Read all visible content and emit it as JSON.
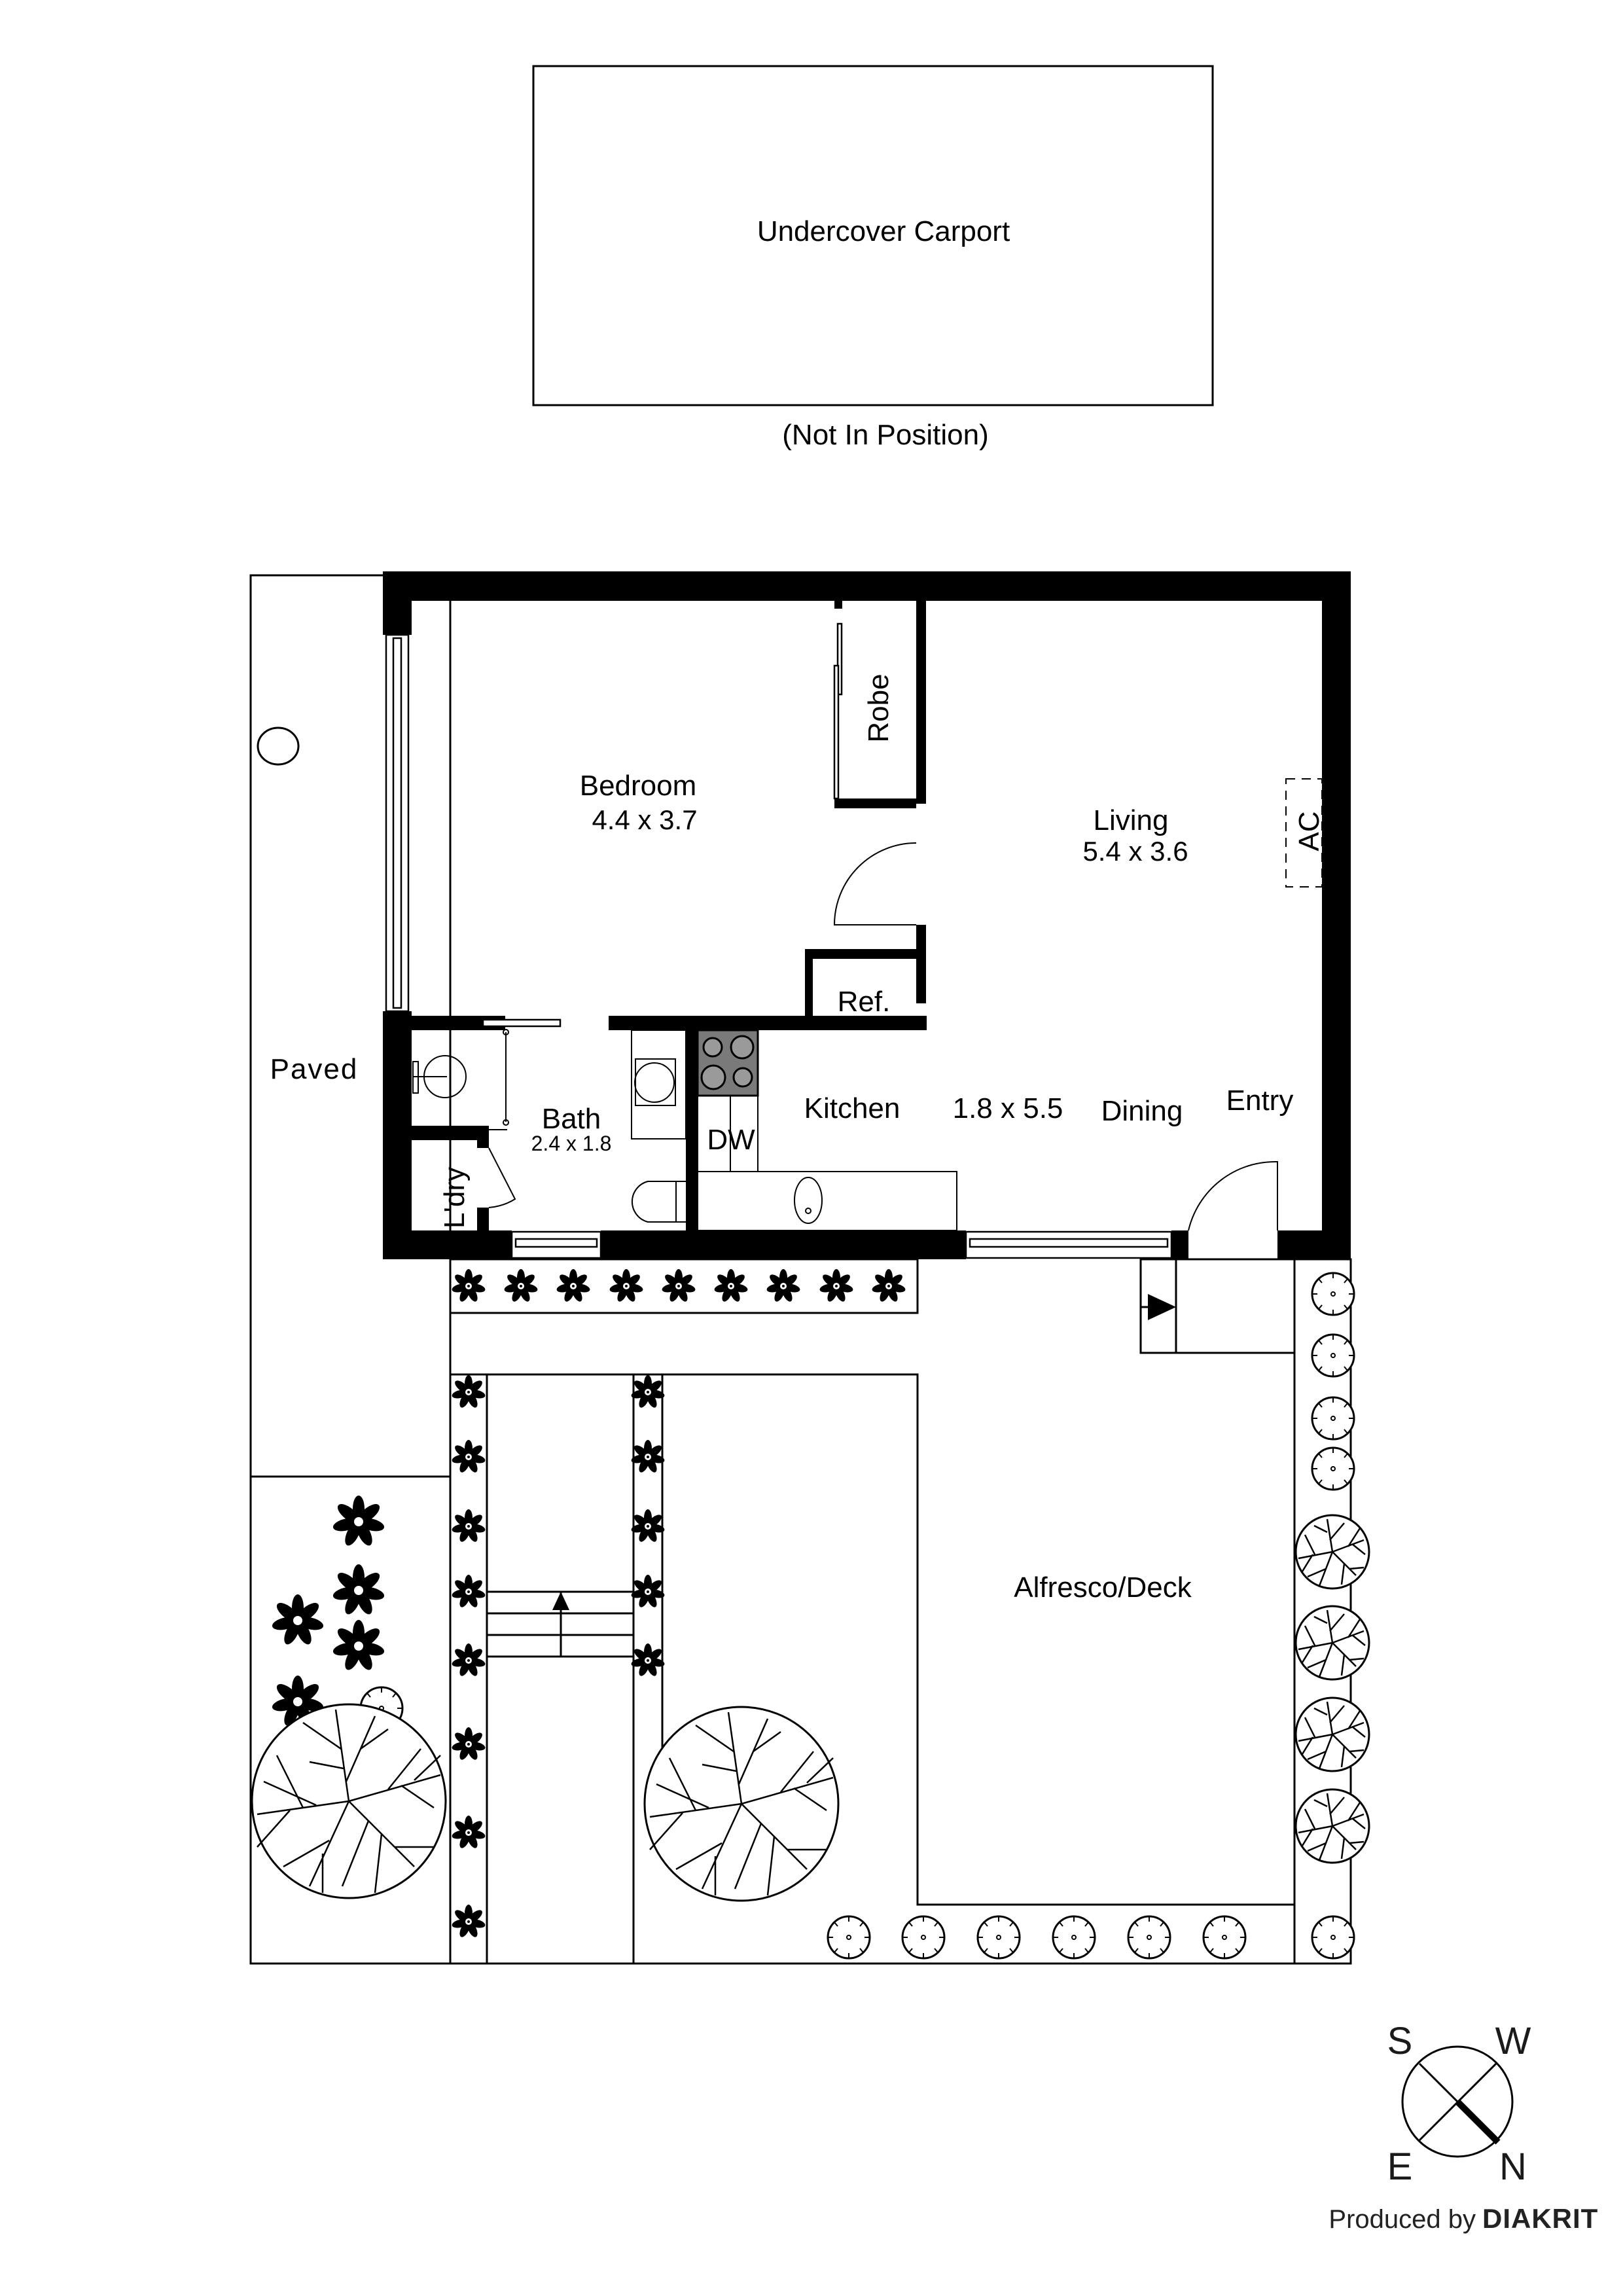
{
  "carport": {
    "label": "Undercover Carport",
    "note": "(Not In Position)"
  },
  "rooms": {
    "bedroom": {
      "name": "Bedroom",
      "dims": "4.4 x 3.7"
    },
    "robe": {
      "name": "Robe"
    },
    "living": {
      "name": "Living",
      "dims": "5.4 x 3.6"
    },
    "ac": {
      "name": "AC"
    },
    "ref": {
      "name": "Ref."
    },
    "bath": {
      "name": "Bath",
      "dims": "2.4 x 1.8"
    },
    "laundry": {
      "name": "L'dry"
    },
    "dw": {
      "name": "DW"
    },
    "kitchen": {
      "name": "Kitchen"
    },
    "kitchen_dining_dims": "1.8 x 5.5",
    "dining": {
      "name": "Dining"
    },
    "entry": {
      "name": "Entry"
    }
  },
  "outdoor": {
    "paved": "Paved",
    "alfresco": "Alfresco/Deck"
  },
  "compass": {
    "top_left": "S",
    "top_right": "W",
    "bottom_left": "E",
    "bottom_right": "N"
  },
  "credit": {
    "prefix": "Produced by",
    "brand": "DIAKRIT"
  }
}
